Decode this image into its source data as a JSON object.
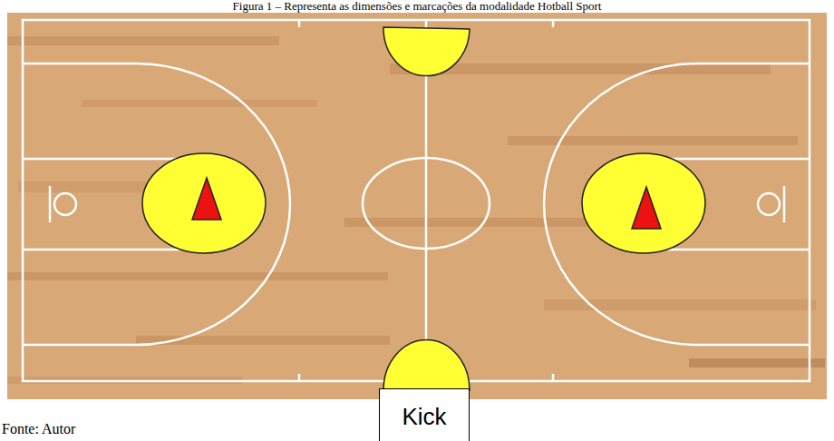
{
  "diagram": {
    "caption": "Figura 1 – Representa as dimensões e marcações da modalidade Hotball Sport",
    "nodes": [
      {
        "text": [
          "Kick"
        ]
      }
    ],
    "labels": [
      "Fonte: Autor"
    ]
  }
}
